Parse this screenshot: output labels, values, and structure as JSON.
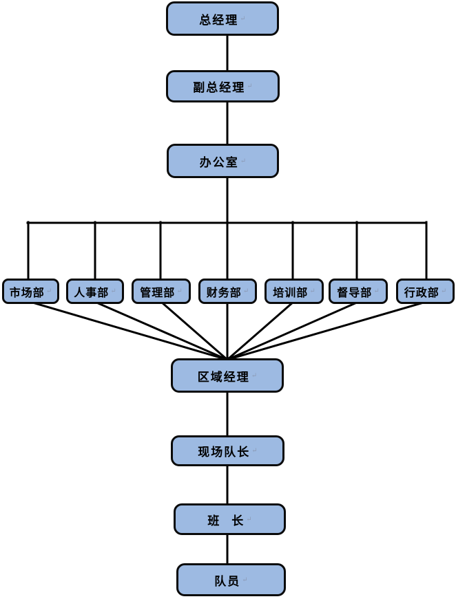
{
  "diagram": {
    "type": "org-chart",
    "background_color": "#ffffff",
    "node_fill_color": "#9DBAE2",
    "node_border_color": "#0a0a0a",
    "connector_color": "#000000",
    "paragraph_mark": "↵",
    "nodes": {
      "general_manager": {
        "label": "总经理"
      },
      "deputy_general_manager": {
        "label": "副总经理"
      },
      "office": {
        "label": "办公室"
      },
      "regional_manager": {
        "label": "区域经理"
      },
      "site_captain": {
        "label": "现场队长"
      },
      "squad_leader": {
        "label": "班  长"
      },
      "team_member": {
        "label": "队员"
      }
    },
    "departments": [
      {
        "id": "marketing",
        "label": "市场部"
      },
      {
        "id": "hr",
        "label": "人事部"
      },
      {
        "id": "management",
        "label": "管理部"
      },
      {
        "id": "finance",
        "label": "财务部"
      },
      {
        "id": "training",
        "label": "培训部"
      },
      {
        "id": "supervision",
        "label": "督导部"
      },
      {
        "id": "administration",
        "label": "行政部"
      }
    ],
    "edges": [
      {
        "from": "general_manager",
        "to": "deputy_general_manager"
      },
      {
        "from": "deputy_general_manager",
        "to": "office"
      },
      {
        "from": "office",
        "to": "marketing"
      },
      {
        "from": "office",
        "to": "hr"
      },
      {
        "from": "office",
        "to": "management"
      },
      {
        "from": "office",
        "to": "finance"
      },
      {
        "from": "office",
        "to": "training"
      },
      {
        "from": "office",
        "to": "supervision"
      },
      {
        "from": "office",
        "to": "administration"
      },
      {
        "from": "marketing",
        "to": "regional_manager"
      },
      {
        "from": "hr",
        "to": "regional_manager"
      },
      {
        "from": "management",
        "to": "regional_manager"
      },
      {
        "from": "finance",
        "to": "regional_manager"
      },
      {
        "from": "training",
        "to": "regional_manager"
      },
      {
        "from": "supervision",
        "to": "regional_manager"
      },
      {
        "from": "administration",
        "to": "regional_manager"
      },
      {
        "from": "regional_manager",
        "to": "site_captain"
      },
      {
        "from": "site_captain",
        "to": "squad_leader"
      },
      {
        "from": "squad_leader",
        "to": "team_member"
      }
    ]
  }
}
